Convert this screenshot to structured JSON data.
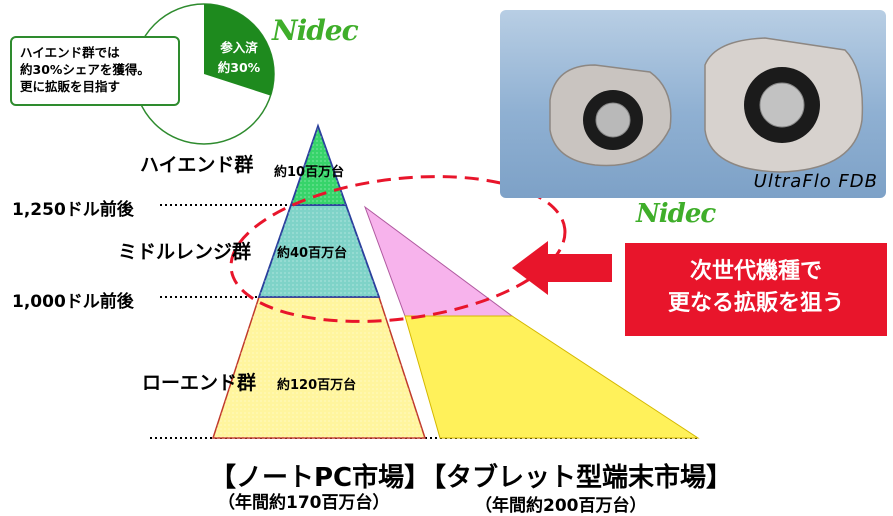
{
  "pie_chart": {
    "note_lines": [
      "ハイエンド群では",
      "約30%シェアを獲得。",
      "更に拡販を目指す"
    ],
    "slice_label_line1": "参入済",
    "slice_label_line2": "約30%",
    "share_fraction": 0.3
  },
  "logos": {
    "nidec_top": "Nidec",
    "nidec_right": "Nidec"
  },
  "photo": {
    "caption": "UltraFlo FDB"
  },
  "notebook_pyramid": {
    "tiers": [
      {
        "label": "ハイエンド群",
        "count": "約10百万台"
      },
      {
        "label": "ミドルレンジ群",
        "count": "約40百万台"
      },
      {
        "label": "ローエンド群",
        "count": "約120百万台"
      }
    ],
    "price_thresholds": [
      "1,250ドル前後",
      "1,000ドル前後"
    ]
  },
  "callout": {
    "line1": "次世代機種で",
    "line2": "更なる拡販を狙う"
  },
  "markets": {
    "notebook_title": "【ノートPC市場】",
    "notebook_sub": "（年間約170百万台）",
    "tablet_title": "【タブレット型端末市場】",
    "tablet_sub": "（年間約200百万台）"
  },
  "colors": {
    "high_end": "#37d46a",
    "mid_range": "#7fd3c8",
    "low_end": "#fff59e",
    "tablet_upper": "#f7b3ec",
    "tablet_lower": "#fff15a",
    "callout": "#e8152b",
    "pie_slice": "#1e8a1e",
    "dashed_ellipse": "#e8152b"
  }
}
